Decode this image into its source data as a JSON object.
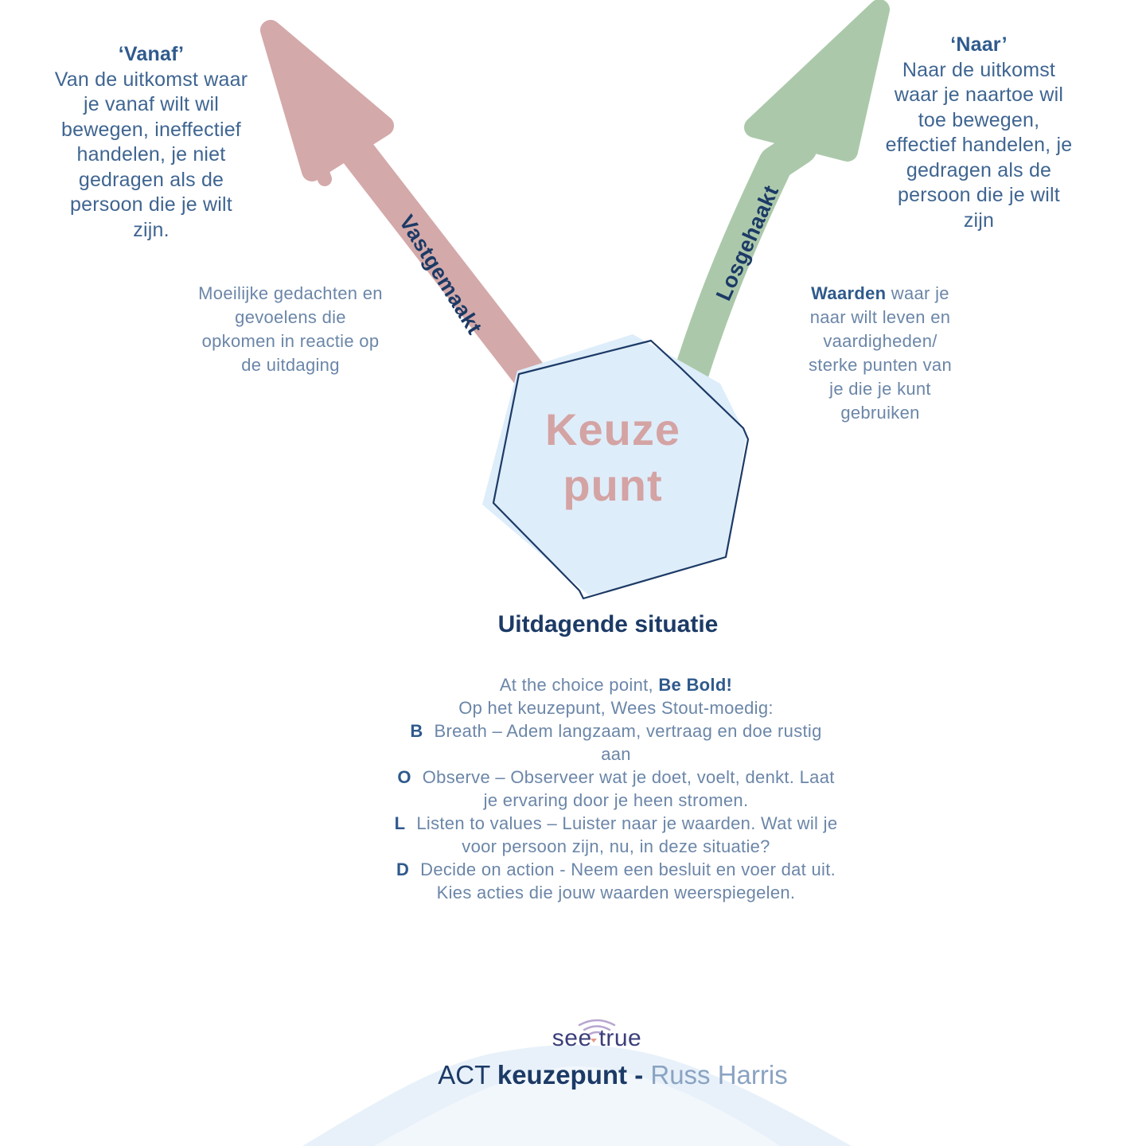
{
  "colors": {
    "red_arrow": "#d4a9a9",
    "green_arrow": "#abc9aa",
    "hexagon_fill": "#deedfa",
    "hexagon_outline": "#1c3a66",
    "mountain": "#e3eef9",
    "accent_text": "#2f5a8c"
  },
  "vanaf": {
    "heading": "‘Vanaf’",
    "lines": [
      "Van de uitkomst waar",
      "je vanaf wilt wil",
      "bewegen, ineffectief",
      "handelen, je niet",
      "gedragen als de",
      "persoon die je wilt",
      "zijn."
    ]
  },
  "naar": {
    "heading": "‘Naar’",
    "lines": [
      "Naar de uitkomst",
      "waar je naartoe wil",
      "toe bewegen,",
      "effectief handelen, je",
      "gedragen als de",
      "persoon die je wilt",
      "zijn"
    ]
  },
  "arrows": {
    "left_label": "Vastgemaakt",
    "right_label": "Losgehaakt"
  },
  "left_note": {
    "lines": [
      "Moeilijke gedachten en",
      "gevoelens die",
      "opkomen in reactie op",
      "de uitdaging"
    ]
  },
  "right_note": {
    "bold": "Waarden",
    "first_rest": " waar je",
    "lines": [
      "naar wilt leven en",
      "vaardigheden/",
      "sterke punten van",
      "je  die je kunt",
      "gebruiken"
    ]
  },
  "center": {
    "line1": "Keuze",
    "line2": "punt",
    "caption": "Uitdagende situatie"
  },
  "bold": {
    "intro_plain": "At the choice point, ",
    "intro_bold": "Be Bold!",
    "subtitle": "Op het keuzepunt, Wees Stout-moedig:",
    "items": [
      {
        "letter": "B",
        "line1": "Breath – Adem langzaam, vertraag en doe rustig",
        "line2": "aan"
      },
      {
        "letter": "O",
        "line1": "Observe – Observeer wat je doet, voelt, denkt. Laat",
        "line2": "je ervaring door je heen stromen."
      },
      {
        "letter": "L",
        "line1": "Listen to values – Luister naar je waarden. Wat wil je",
        "line2": "voor persoon zijn, nu, in deze situatie?"
      },
      {
        "letter": "D",
        "line1": "Decide on action - Neem een besluit en voer dat uit.",
        "line2": "Kies acties die jouw waarden weerspiegelen."
      }
    ]
  },
  "logo": {
    "text": "see true"
  },
  "footer": {
    "act": "ACT ",
    "keuzepunt": "keuzepunt - ",
    "author": "Russ Harris"
  }
}
